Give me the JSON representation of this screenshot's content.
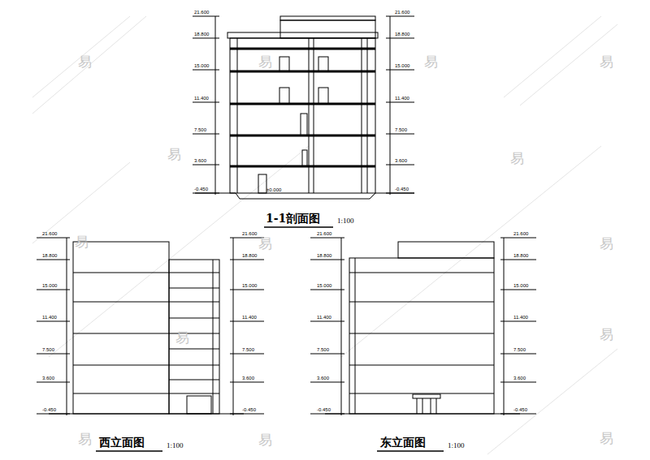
{
  "diagram": {
    "labels": [
      "21.600",
      "18.800",
      "15.000",
      "11.400",
      "7.500",
      "3.600",
      "-0.450",
      "21.600",
      "18.800",
      "15.000",
      "11.400",
      "7.500",
      "3.600",
      "-0.450",
      "±0.000",
      "1-1剖面图",
      "1:100",
      "21.600",
      "18.800",
      "15.000",
      "11.400",
      "7.500",
      "3.600",
      "-0.450",
      "21.600",
      "18.800",
      "15.000",
      "11.400",
      "7.500",
      "3.600",
      "-0.450",
      "西立面图",
      "1:100",
      "21.600",
      "18.800",
      "15.000",
      "11.400",
      "7.500",
      "3.600",
      "-0.450",
      "21.600",
      "18.800",
      "15.000",
      "11.400",
      "7.500",
      "3.600",
      "-0.450",
      "东立面图",
      "1:100",
      "易",
      "易",
      "易",
      "易",
      "易",
      "易",
      "易",
      "易",
      "易",
      "易",
      "易",
      "易",
      "易",
      "易"
    ]
  }
}
